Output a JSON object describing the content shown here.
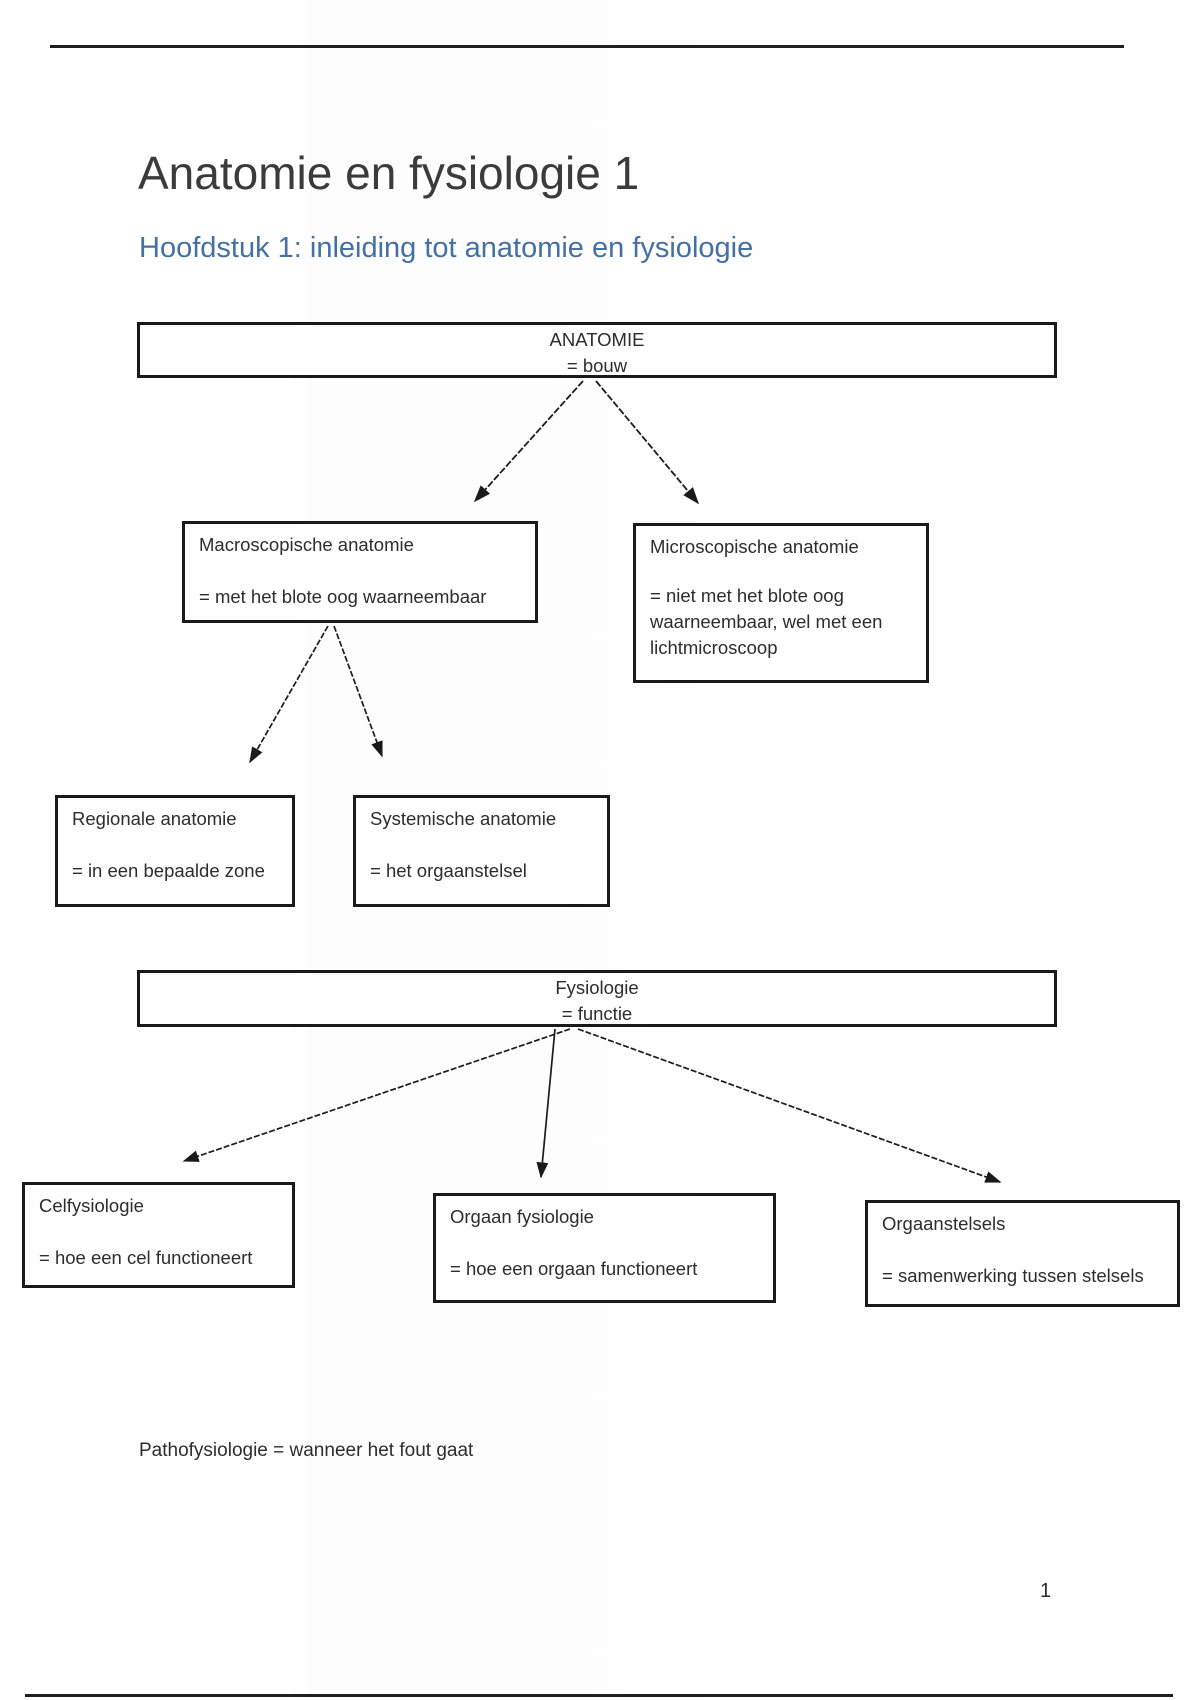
{
  "page": {
    "title": "Anatomie en fysiologie 1",
    "subtitle": "Hoofdstuk 1: inleiding tot anatomie en fysiologie",
    "footnote": "Pathofysiologie = wanneer het fout gaat",
    "page_number": "1"
  },
  "colors": {
    "heading_text": "#3b3b3b",
    "subtitle_blue": "#4470a4",
    "box_border": "#1a1a1a",
    "body_text": "#2d2d2d",
    "rule": "#1f1f1f"
  },
  "diagram_anatomie": {
    "root": {
      "title": "ANATOMIE",
      "subtitle": "= bouw"
    },
    "children": [
      {
        "title": "Macroscopische anatomie",
        "body": "= met het blote oog waarneembaar"
      },
      {
        "title": "Microscopische anatomie",
        "body": "= niet met het blote oog waarneembaar, wel met een lichtmicroscoop"
      }
    ],
    "grandchildren": [
      {
        "title": "Regionale anatomie",
        "body": "= in een bepaalde zone"
      },
      {
        "title": "Systemische anatomie",
        "body": "= het orgaanstelsel"
      }
    ]
  },
  "diagram_fysiologie": {
    "root": {
      "title": "Fysiologie",
      "subtitle": "= functie"
    },
    "children": [
      {
        "title": "Celfysiologie",
        "body": "= hoe een cel functioneert"
      },
      {
        "title": "Orgaan fysiologie",
        "body": "= hoe een orgaan functioneert"
      },
      {
        "title": "Orgaanstelsels",
        "body": "= samenwerking tussen stelsels"
      }
    ]
  }
}
